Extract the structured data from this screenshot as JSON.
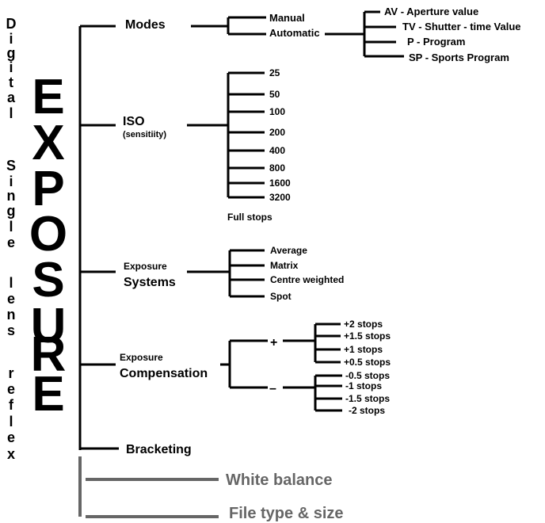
{
  "vertical_text": {
    "chars": [
      "D",
      "i",
      "g",
      "i",
      "t",
      "a",
      "l",
      "S",
      "i",
      "n",
      "g",
      "l",
      "e",
      "l",
      "e",
      "n",
      "s",
      "r",
      "e",
      "f",
      "l",
      "e",
      "x"
    ]
  },
  "title": {
    "chars": [
      "E",
      "X",
      "P",
      "O",
      "S",
      "U",
      "R",
      "E"
    ]
  },
  "modes": {
    "label": "Modes",
    "manual": "Manual",
    "automatic": "Automatic",
    "auto_items": [
      "AV - Aperture value",
      "TV - Shutter - time Value",
      "P - Program",
      "SP -  Sports Program"
    ]
  },
  "iso": {
    "label": "ISO",
    "sublabel": "(sensitiity)",
    "values": [
      "25",
      "50",
      "100",
      "200",
      "400",
      "800",
      "1600",
      "3200"
    ],
    "note": "Full stops"
  },
  "exposure_systems": {
    "label_small": "Exposure",
    "label_big": "Systems",
    "items": [
      "Average",
      "Matrix",
      "Centre weighted",
      "Spot"
    ]
  },
  "exposure_compensation": {
    "label_small": "Exposure",
    "label_big": "Compensation",
    "plus": "+",
    "minus": "–",
    "plus_items": [
      "+2 stops",
      "+1.5 stops",
      "+1 stops",
      "+0.5 stops"
    ],
    "minus_items": [
      "-0.5 stops",
      "-1 stops",
      "-1.5 stops",
      "-2 stops"
    ]
  },
  "bracketing": {
    "label": "Bracketing"
  },
  "white_balance": {
    "label": "White balance"
  },
  "file_type": {
    "label": "File type & size"
  },
  "colors": {
    "line": "#000000",
    "grey": "#666666"
  }
}
